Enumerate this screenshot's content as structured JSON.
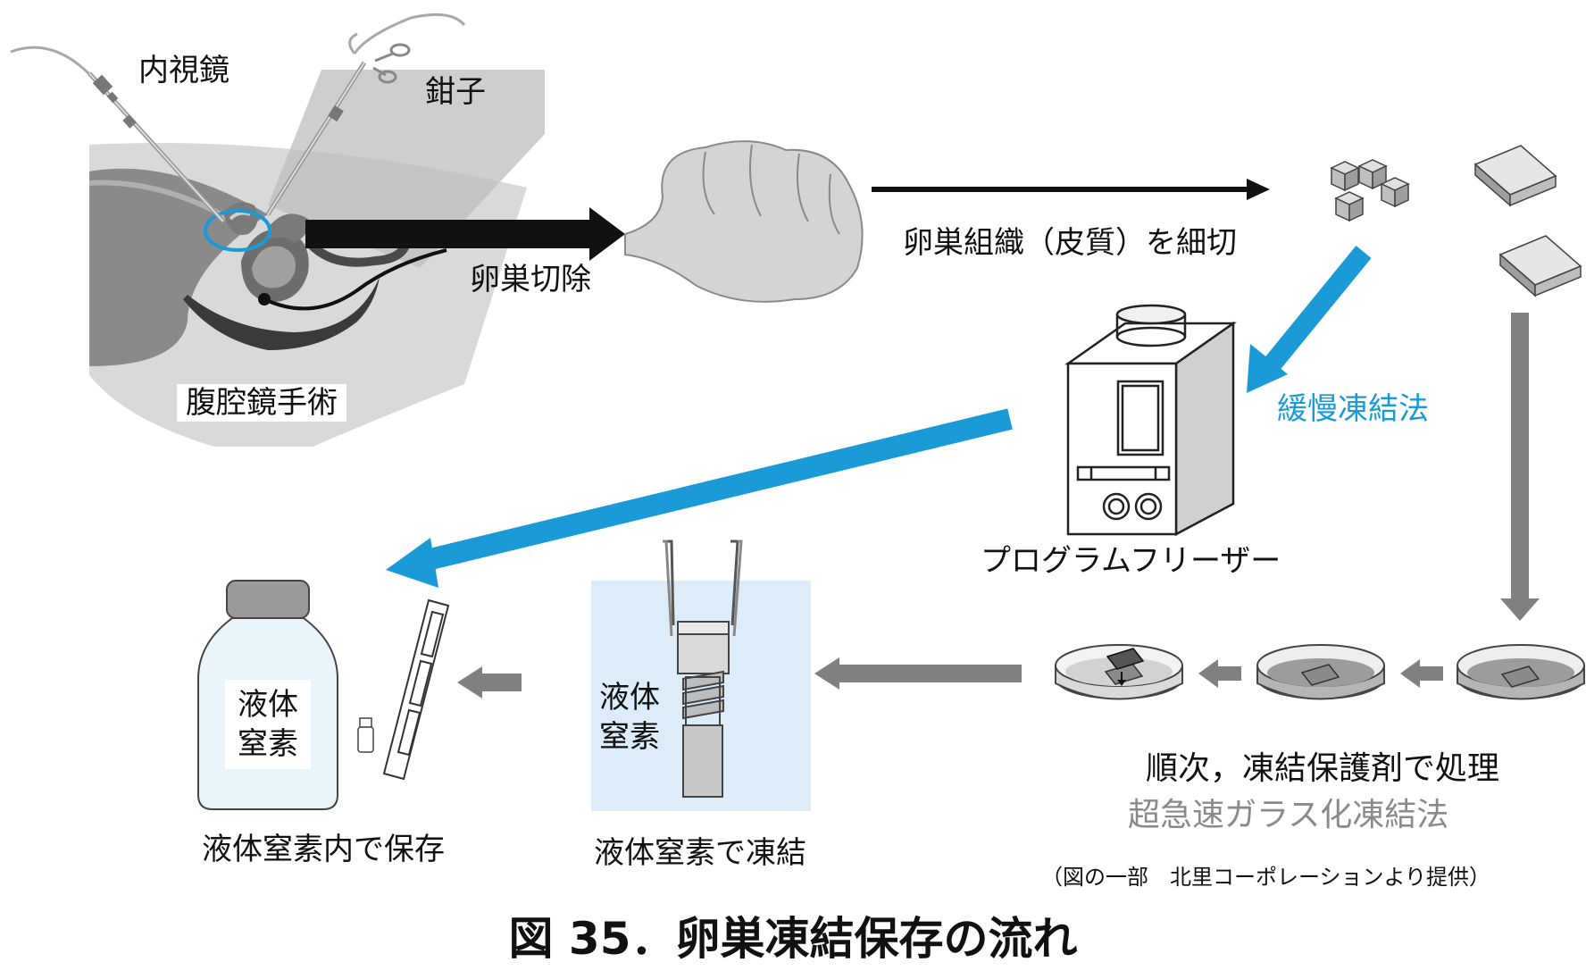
{
  "labels": {
    "endoscope": "内視鏡",
    "forceps": "鉗子",
    "laparoscopy": "腹腔鏡手術",
    "ovary_excision": "卵巣切除",
    "mince": "卵巣組織（皮質）を細切",
    "slow_freezing": "緩慢凍結法",
    "program_freezer": "プログラムフリーザー",
    "sequential": "順次，凍結保護剤で処理",
    "vitrification": "超急速ガラス化凍結法",
    "credit": "（図の一部　北里コーポレーションより提供）",
    "freeze_in_ln2": "液体窒素で凍結",
    "store_in_ln2": "液体窒素内で保存",
    "ln2_line1": "液体",
    "ln2_line2": "窒素"
  },
  "title": "図 35．卵巣凍結保存の流れ",
  "colors": {
    "blue": "#1a9ad6",
    "black": "#111111",
    "gray_arrow": "#808080",
    "light_blue_panel": "#dcedf9",
    "bottle_blue": "#eaf4fb"
  }
}
